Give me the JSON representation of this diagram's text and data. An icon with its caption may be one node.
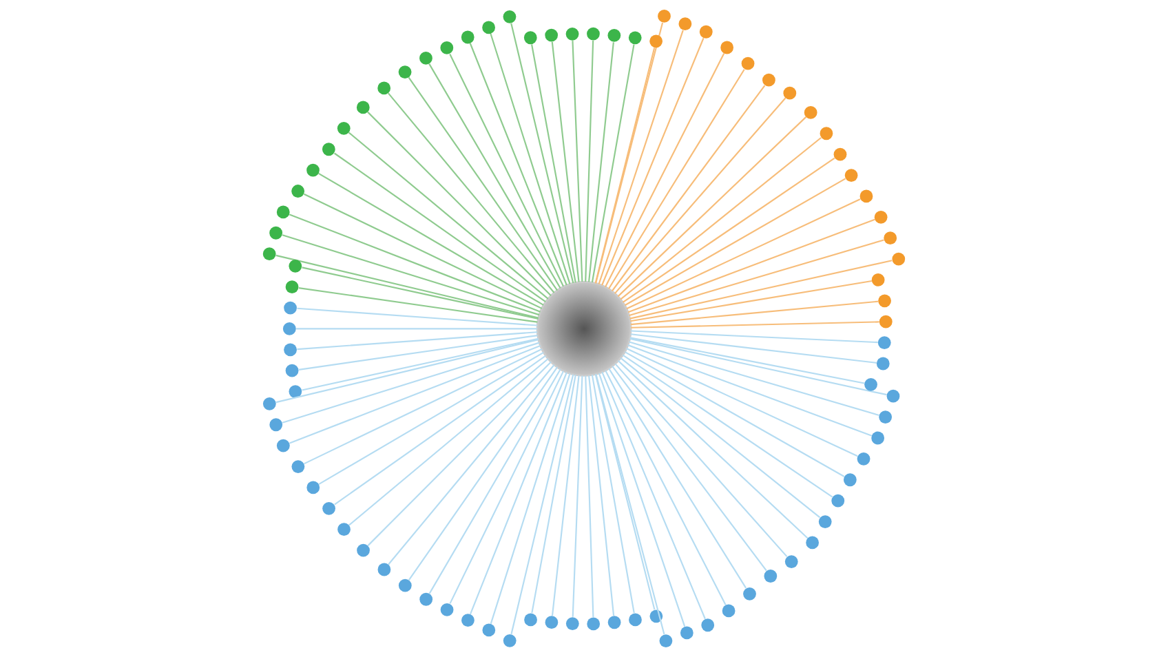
{
  "diagram": {
    "nodes": [
      {
        "text": [],
        "shape": "circle"
      },
      {
        "text": [],
        "shape": "circle"
      },
      {
        "text": [],
        "shape": "circle"
      },
      {
        "text": [],
        "shape": "circle"
      },
      {
        "text": [],
        "shape": "circle"
      },
      {
        "text": [],
        "shape": "circle"
      },
      {
        "text": [],
        "shape": "circle"
      },
      {
        "text": [],
        "shape": "circle"
      },
      {
        "text": [],
        "shape": "circle"
      },
      {
        "text": [],
        "shape": "circle"
      },
      {
        "text": [],
        "shape": "circle"
      },
      {
        "text": [],
        "shape": "circle"
      },
      {
        "text": [],
        "shape": "circle"
      },
      {
        "text": [],
        "shape": "circle"
      },
      {
        "text": [],
        "shape": "circle"
      },
      {
        "text": [],
        "shape": "circle"
      },
      {
        "text": [],
        "shape": "circle"
      },
      {
        "text": [],
        "shape": "circle"
      },
      {
        "text": [],
        "shape": "circle"
      },
      {
        "text": [],
        "shape": "circle"
      },
      {
        "text": [],
        "shape": "circle"
      },
      {
        "text": [],
        "shape": "circle"
      },
      {
        "text": [],
        "shape": "circle"
      },
      {
        "text": [],
        "shape": "circle"
      },
      {
        "text": [],
        "shape": "circle"
      },
      {
        "text": [],
        "shape": "circle"
      },
      {
        "text": [],
        "shape": "circle"
      },
      {
        "text": [],
        "shape": "circle"
      },
      {
        "text": [],
        "shape": "circle"
      },
      {
        "text": [],
        "shape": "circle"
      },
      {
        "text": [],
        "shape": "circle"
      },
      {
        "text": [],
        "shape": "circle"
      },
      {
        "text": [],
        "shape": "circle"
      },
      {
        "text": [],
        "shape": "circle"
      },
      {
        "text": [],
        "shape": "circle"
      },
      {
        "text": [],
        "shape": "circle"
      },
      {
        "text": [],
        "shape": "circle"
      },
      {
        "text": [],
        "shape": "circle"
      },
      {
        "text": [],
        "shape": "circle"
      },
      {
        "text": [],
        "shape": "circle"
      },
      {
        "text": [],
        "shape": "circle"
      },
      {
        "text": [],
        "shape": "circle"
      },
      {
        "text": [],
        "shape": "circle"
      },
      {
        "text": [],
        "shape": "circle"
      },
      {
        "text": [],
        "shape": "circle"
      },
      {
        "text": [],
        "shape": "circle"
      },
      {
        "text": [],
        "shape": "circle"
      },
      {
        "text": [],
        "shape": "circle"
      },
      {
        "text": [],
        "shape": "circle"
      },
      {
        "text": [],
        "shape": "circle"
      },
      {
        "text": [],
        "shape": "circle"
      },
      {
        "text": [],
        "shape": "circle"
      },
      {
        "text": [],
        "shape": "circle"
      },
      {
        "text": [],
        "shape": "circle"
      },
      {
        "text": [],
        "shape": "circle"
      },
      {
        "text": [],
        "shape": "circle"
      },
      {
        "text": [],
        "shape": "circle"
      },
      {
        "text": [],
        "shape": "circle"
      },
      {
        "text": [],
        "shape": "circle"
      },
      {
        "text": [],
        "shape": "circle"
      },
      {
        "text": [],
        "shape": "circle"
      },
      {
        "text": [],
        "shape": "circle"
      },
      {
        "text": [],
        "shape": "circle"
      },
      {
        "text": [],
        "shape": "circle"
      },
      {
        "text": [],
        "shape": "circle"
      },
      {
        "text": [],
        "shape": "circle"
      },
      {
        "text": [],
        "shape": "circle"
      },
      {
        "text": [],
        "shape": "circle"
      },
      {
        "text": [],
        "shape": "circle"
      },
      {
        "text": [],
        "shape": "circle"
      },
      {
        "text": [],
        "shape": "circle"
      },
      {
        "text": [],
        "shape": "circle"
      },
      {
        "text": [],
        "shape": "circle"
      },
      {
        "text": [],
        "shape": "circle"
      },
      {
        "text": [],
        "shape": "circle"
      },
      {
        "text": [],
        "shape": "circle"
      },
      {
        "text": [],
        "shape": "circle"
      },
      {
        "text": [],
        "shape": "circle"
      },
      {
        "text": [],
        "shape": "circle"
      },
      {
        "text": [],
        "shape": "circle"
      },
      {
        "text": [],
        "shape": "circle"
      },
      {
        "text": [],
        "shape": "circle"
      },
      {
        "text": [],
        "shape": "circle"
      },
      {
        "text": [],
        "shape": "circle"
      },
      {
        "text": [],
        "shape": "circle"
      },
      {
        "text": [],
        "shape": "circle"
      },
      {
        "text": [],
        "shape": "circle"
      },
      {
        "text": [],
        "shape": "circle"
      }
    ],
    "edges": [
      {
        "from": 0,
        "to": 1,
        "arrow": "none",
        "color": "#f7bd7a"
      },
      {
        "from": 0,
        "to": 2,
        "arrow": "none",
        "color": "#f7bd7a"
      },
      {
        "from": 0,
        "to": 3,
        "arrow": "none",
        "color": "#f7bd7a"
      },
      {
        "from": 0,
        "to": 4,
        "arrow": "none",
        "color": "#f7bd7a"
      },
      {
        "from": 0,
        "to": 5,
        "arrow": "none",
        "color": "#f7bd7a"
      },
      {
        "from": 0,
        "to": 6,
        "arrow": "none",
        "color": "#f7bd7a"
      },
      {
        "from": 0,
        "to": 7,
        "arrow": "none",
        "color": "#f7bd7a"
      },
      {
        "from": 0,
        "to": 8,
        "arrow": "none",
        "color": "#f7bd7a"
      },
      {
        "from": 0,
        "to": 9,
        "arrow": "none",
        "color": "#f7bd7a"
      },
      {
        "from": 0,
        "to": 10,
        "arrow": "none",
        "color": "#f7bd7a"
      },
      {
        "from": 0,
        "to": 11,
        "arrow": "none",
        "color": "#f7bd7a"
      },
      {
        "from": 0,
        "to": 12,
        "arrow": "none",
        "color": "#f7bd7a"
      },
      {
        "from": 0,
        "to": 13,
        "arrow": "none",
        "color": "#f7bd7a"
      },
      {
        "from": 0,
        "to": 14,
        "arrow": "none",
        "color": "#f7bd7a"
      },
      {
        "from": 0,
        "to": 15,
        "arrow": "none",
        "color": "#f7bd7a"
      },
      {
        "from": 0,
        "to": 16,
        "arrow": "none",
        "color": "#f7bd7a"
      },
      {
        "from": 0,
        "to": 17,
        "arrow": "none",
        "color": "#f7bd7a"
      },
      {
        "from": 0,
        "to": 18,
        "arrow": "none",
        "color": "#f7bd7a"
      },
      {
        "from": 0,
        "to": 19,
        "arrow": "none",
        "color": "#f7bd7a"
      },
      {
        "from": 0,
        "to": 20,
        "arrow": "none",
        "color": "#8fcb8f"
      },
      {
        "from": 0,
        "to": 21,
        "arrow": "none",
        "color": "#8fcb8f"
      },
      {
        "from": 0,
        "to": 22,
        "arrow": "none",
        "color": "#8fcb8f"
      },
      {
        "from": 0,
        "to": 23,
        "arrow": "none",
        "color": "#8fcb8f"
      },
      {
        "from": 0,
        "to": 24,
        "arrow": "none",
        "color": "#8fcb8f"
      },
      {
        "from": 0,
        "to": 25,
        "arrow": "none",
        "color": "#8fcb8f"
      },
      {
        "from": 0,
        "to": 26,
        "arrow": "none",
        "color": "#8fcb8f"
      },
      {
        "from": 0,
        "to": 27,
        "arrow": "none",
        "color": "#8fcb8f"
      },
      {
        "from": 0,
        "to": 28,
        "arrow": "none",
        "color": "#8fcb8f"
      },
      {
        "from": 0,
        "to": 29,
        "arrow": "none",
        "color": "#8fcb8f"
      },
      {
        "from": 0,
        "to": 30,
        "arrow": "none",
        "color": "#8fcb8f"
      },
      {
        "from": 0,
        "to": 31,
        "arrow": "none",
        "color": "#8fcb8f"
      },
      {
        "from": 0,
        "to": 32,
        "arrow": "none",
        "color": "#8fcb8f"
      },
      {
        "from": 0,
        "to": 33,
        "arrow": "none",
        "color": "#8fcb8f"
      },
      {
        "from": 0,
        "to": 34,
        "arrow": "none",
        "color": "#8fcb8f"
      },
      {
        "from": 0,
        "to": 35,
        "arrow": "none",
        "color": "#8fcb8f"
      },
      {
        "from": 0,
        "to": 36,
        "arrow": "none",
        "color": "#8fcb8f"
      },
      {
        "from": 0,
        "to": 37,
        "arrow": "none",
        "color": "#8fcb8f"
      },
      {
        "from": 0,
        "to": 38,
        "arrow": "none",
        "color": "#8fcb8f"
      },
      {
        "from": 0,
        "to": 39,
        "arrow": "none",
        "color": "#8fcb8f"
      },
      {
        "from": 0,
        "to": 40,
        "arrow": "none",
        "color": "#8fcb8f"
      },
      {
        "from": 0,
        "to": 41,
        "arrow": "none",
        "color": "#8fcb8f"
      },
      {
        "from": 0,
        "to": 42,
        "arrow": "none",
        "color": "#8fcb8f"
      },
      {
        "from": 0,
        "to": 43,
        "arrow": "none",
        "color": "#b5dcf2"
      },
      {
        "from": 0,
        "to": 44,
        "arrow": "none",
        "color": "#b5dcf2"
      },
      {
        "from": 0,
        "to": 45,
        "arrow": "none",
        "color": "#b5dcf2"
      },
      {
        "from": 0,
        "to": 46,
        "arrow": "none",
        "color": "#b5dcf2"
      },
      {
        "from": 0,
        "to": 47,
        "arrow": "none"
      },
      {
        "from": 0,
        "to": 48,
        "arrow": "none"
      },
      {
        "from": 0,
        "to": 49,
        "arrow": "none"
      },
      {
        "from": 0,
        "to": 50,
        "arrow": "none"
      },
      {
        "from": 0,
        "to": 51,
        "arrow": "none"
      },
      {
        "from": 0,
        "to": 52,
        "arrow": "none"
      },
      {
        "from": 0,
        "to": 53,
        "arrow": "none"
      },
      {
        "from": 0,
        "to": 54,
        "arrow": "none"
      },
      {
        "from": 0,
        "to": 55,
        "arrow": "none"
      },
      {
        "from": 0,
        "to": 56,
        "arrow": "none"
      },
      {
        "from": 0,
        "to": 57,
        "arrow": "none"
      },
      {
        "from": 0,
        "to": 58,
        "arrow": "none"
      },
      {
        "from": 0,
        "to": 59,
        "arrow": "none"
      },
      {
        "from": 0,
        "to": 60,
        "arrow": "none"
      },
      {
        "from": 0,
        "to": 61,
        "arrow": "none"
      },
      {
        "from": 0,
        "to": 62,
        "arrow": "none"
      },
      {
        "from": 0,
        "to": 63,
        "arrow": "none"
      },
      {
        "from": 0,
        "to": 64,
        "arrow": "none"
      },
      {
        "from": 0,
        "to": 65,
        "arrow": "none"
      },
      {
        "from": 0,
        "to": 66,
        "arrow": "none"
      },
      {
        "from": 0,
        "to": 67,
        "arrow": "none"
      },
      {
        "from": 0,
        "to": 68,
        "arrow": "none"
      },
      {
        "from": 0,
        "to": 69,
        "arrow": "none"
      },
      {
        "from": 0,
        "to": 70,
        "arrow": "none"
      },
      {
        "from": 0,
        "to": 71,
        "arrow": "none"
      },
      {
        "from": 0,
        "to": 72,
        "arrow": "none"
      },
      {
        "from": 0,
        "to": 73,
        "arrow": "none"
      },
      {
        "from": 0,
        "to": 74,
        "arrow": "none"
      },
      {
        "from": 0,
        "to": 75,
        "arrow": "none"
      },
      {
        "from": 0,
        "to": 76,
        "arrow": "none"
      },
      {
        "from": 0,
        "to": 77,
        "arrow": "none"
      },
      {
        "from": 0,
        "to": 78,
        "arrow": "none"
      },
      {
        "from": 0,
        "to": 79,
        "arrow": "none"
      },
      {
        "from": 0,
        "to": 80,
        "arrow": "none"
      },
      {
        "from": 0,
        "to": 81,
        "arrow": "none"
      },
      {
        "from": 0,
        "to": 82,
        "arrow": "none"
      },
      {
        "from": 0,
        "to": 83,
        "arrow": "none"
      },
      {
        "from": 0,
        "to": 84,
        "arrow": "none"
      },
      {
        "from": 0,
        "to": 85,
        "arrow": "none"
      },
      {
        "from": 0,
        "to": 86,
        "arrow": "none"
      },
      {
        "from": 0,
        "to": 87,
        "arrow": "none"
      }
    ]
  }
}
